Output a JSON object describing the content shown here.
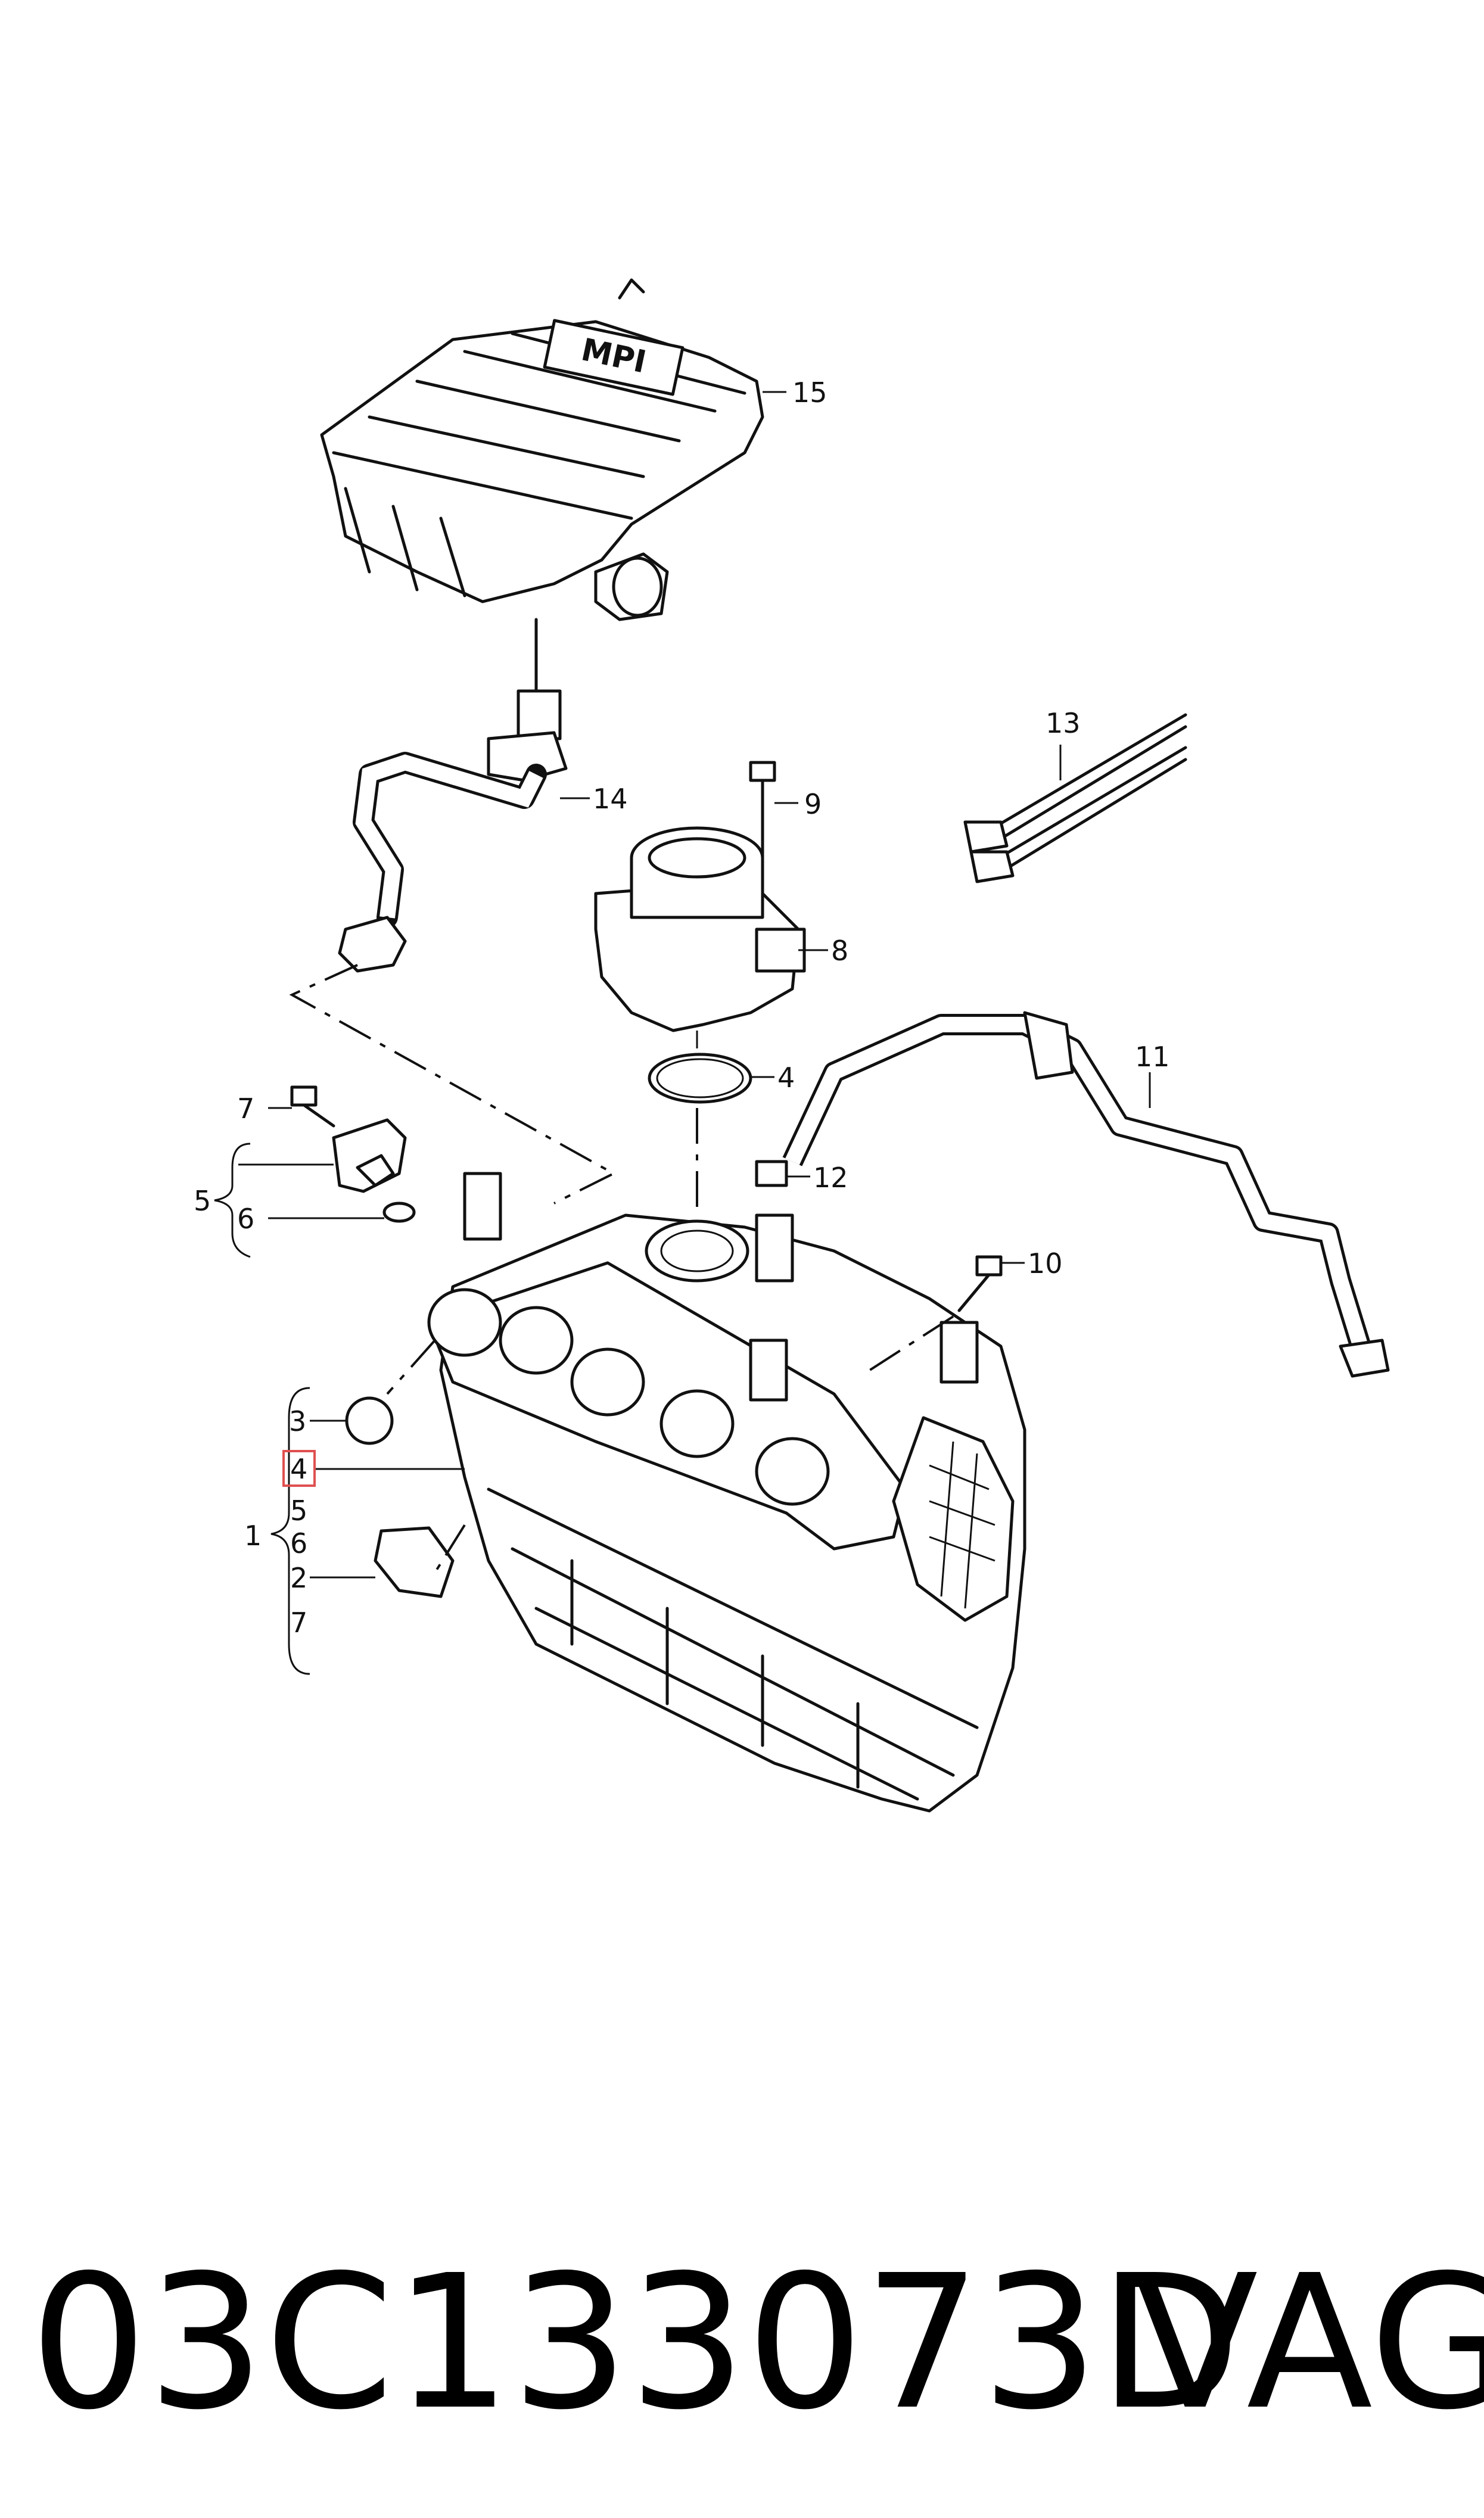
{
  "diagram": {
    "callouts": [
      {
        "id": "c15",
        "text": "15"
      },
      {
        "id": "c14",
        "text": "14"
      },
      {
        "id": "c13",
        "text": "13"
      },
      {
        "id": "c9",
        "text": "9"
      },
      {
        "id": "c8",
        "text": "8"
      },
      {
        "id": "c4top",
        "text": "4"
      },
      {
        "id": "c11",
        "text": "11"
      },
      {
        "id": "c7top",
        "text": "7"
      },
      {
        "id": "c5top",
        "text": "5"
      },
      {
        "id": "c6top",
        "text": "6"
      },
      {
        "id": "c12",
        "text": "12"
      },
      {
        "id": "c10",
        "text": "10"
      },
      {
        "id": "c3",
        "text": "3"
      },
      {
        "id": "c4",
        "text": "4"
      },
      {
        "id": "c5",
        "text": "5"
      },
      {
        "id": "c1",
        "text": "1"
      },
      {
        "id": "c6",
        "text": "6"
      },
      {
        "id": "c2",
        "text": "2"
      },
      {
        "id": "c7",
        "text": "7"
      }
    ],
    "highlighted_callout": "c4",
    "highlight_color": "#e05050",
    "mpi_badge": "MPI"
  },
  "footer": {
    "part_number": "03C133073D",
    "brand": "VAG"
  }
}
